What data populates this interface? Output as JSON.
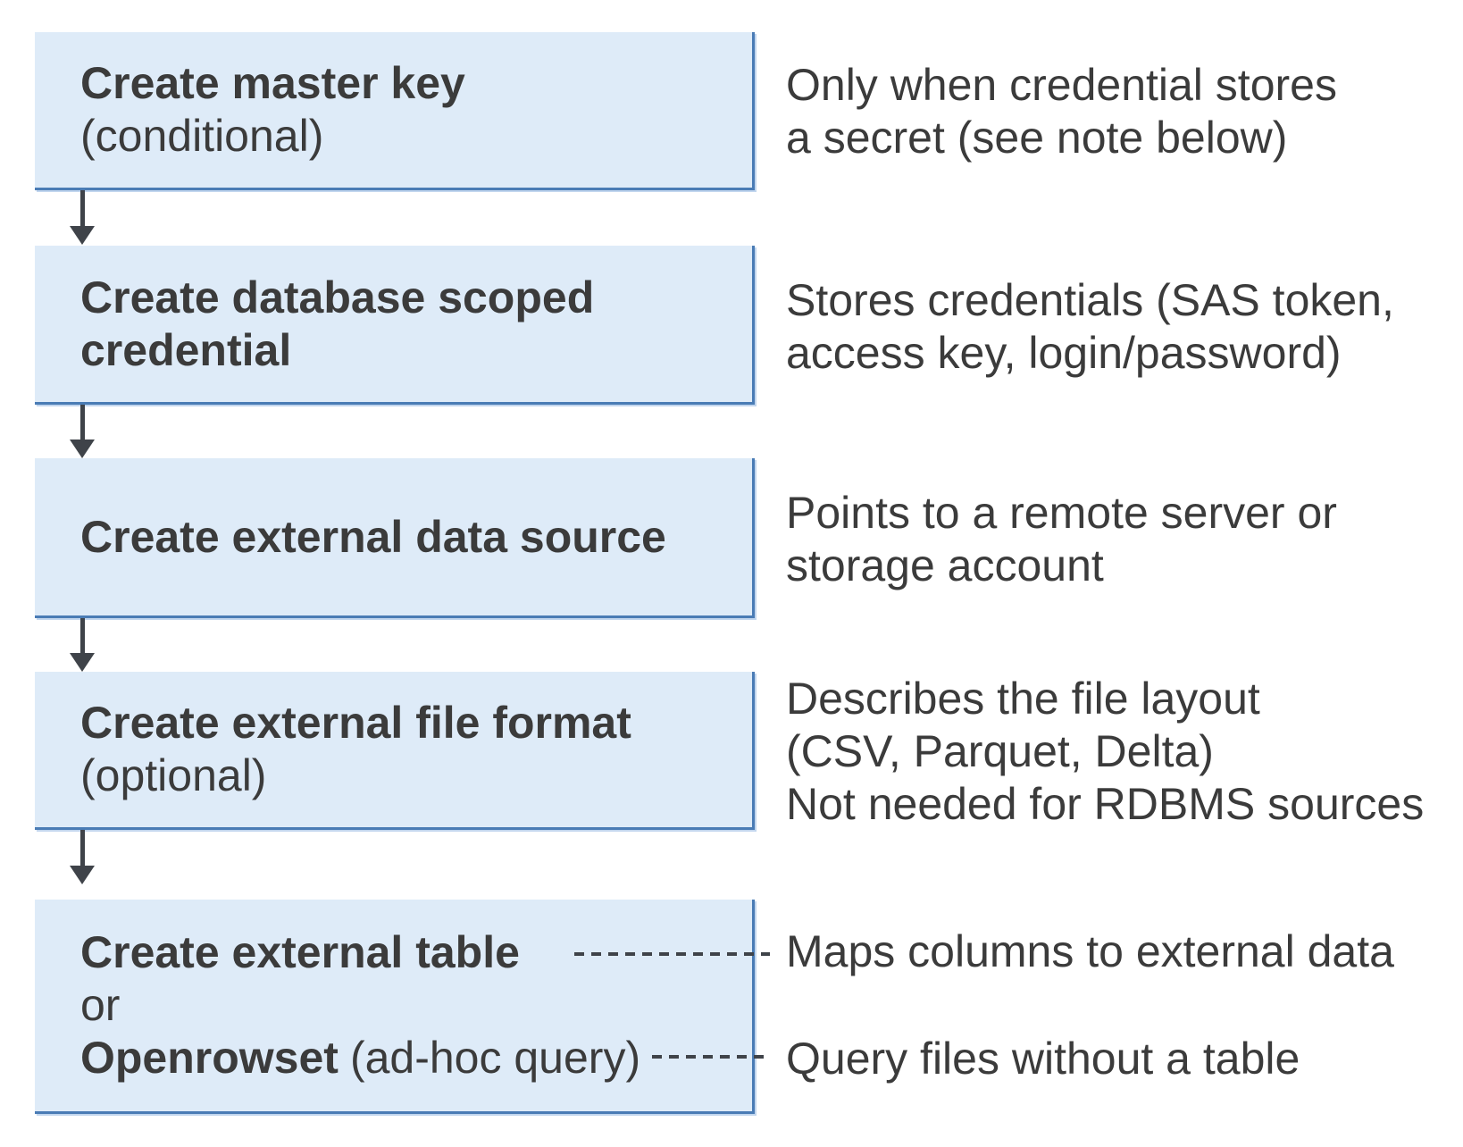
{
  "diagram": {
    "description": "Flow of steps to create external data access objects",
    "colors": {
      "box_fill": "#deebf8",
      "box_border": "#4a7cb5",
      "text": "#3b3b3b",
      "arrow": "#3f4349"
    },
    "steps": [
      {
        "title": "Create master key",
        "note": "(conditional)"
      },
      {
        "title": "Create database scoped credential"
      },
      {
        "title": "Create external data source"
      },
      {
        "title": "Create external file format",
        "note": "(optional)"
      },
      {
        "title": "Create external table",
        "or_label": "or",
        "alt_title": "Openrowset",
        "alt_note": "(ad-hoc query)"
      }
    ],
    "annotations": [
      {
        "lines": [
          "Only when credential stores",
          "a secret (see note below)"
        ]
      },
      {
        "lines": [
          "Stores credentials (SAS token,",
          "access key, login/password)"
        ]
      },
      {
        "lines": [
          "Points to a remote server or",
          "storage account"
        ]
      },
      {
        "lines": [
          "Describes the file layout",
          "(CSV, Parquet, Delta)",
          "Not needed for RDBMS sources"
        ]
      },
      {
        "lines": [
          "Maps columns to external data"
        ]
      },
      {
        "lines": [
          "Query files without a table"
        ]
      }
    ]
  }
}
